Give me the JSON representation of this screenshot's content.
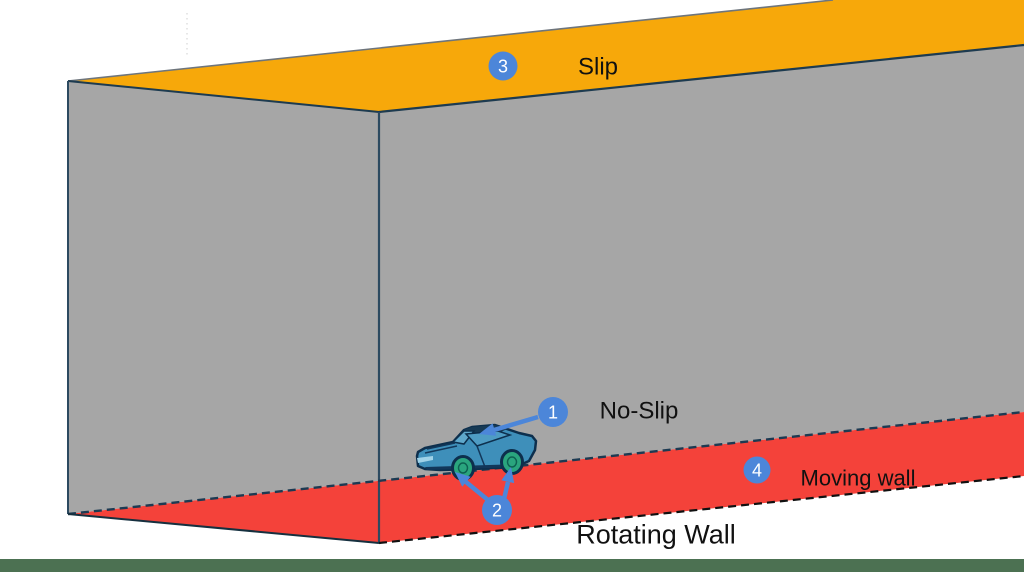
{
  "annotations": {
    "badge1": {
      "number": "1",
      "label": "No-Slip"
    },
    "badge2": {
      "number": "2"
    },
    "badge3": {
      "number": "3",
      "label": "Slip"
    },
    "badge4": {
      "number": "4",
      "label": "Moving wall"
    },
    "floor_label": "Rotating Wall"
  },
  "colors": {
    "slip_face": "#F7A80A",
    "side_wall_face": "#A6A6A6",
    "moving_wall_face": "#F4423A",
    "bottom_bar": "#4C7152",
    "badge": "#4C86D9",
    "arrow": "#4C86D9",
    "car_body": "#3E8FBA",
    "car_window": "#5FA8CC",
    "car_wheel": "#2AA57E"
  }
}
